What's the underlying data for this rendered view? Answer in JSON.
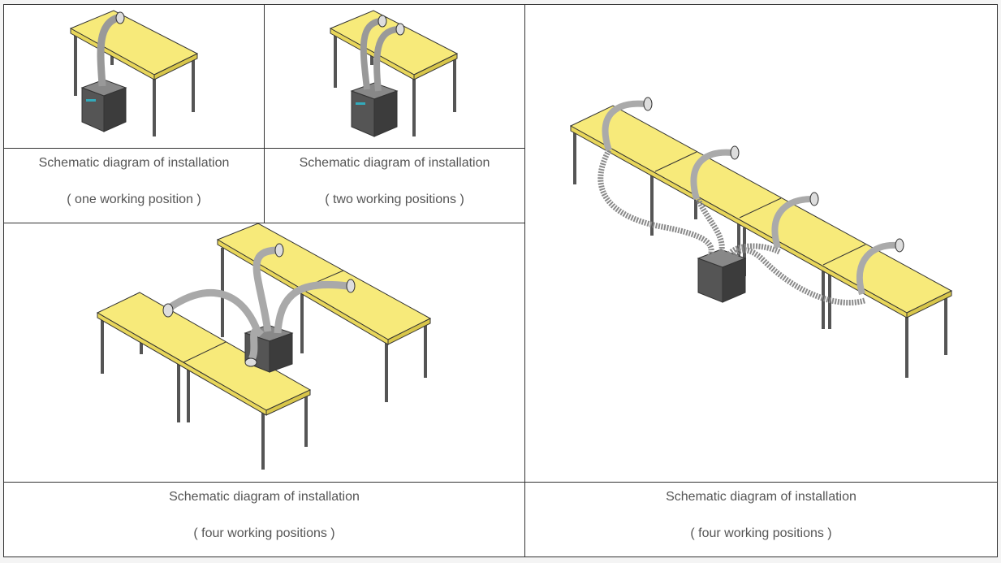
{
  "captions": [
    {
      "line1": "Schematic diagram of installation",
      "line2": "( one working position )"
    },
    {
      "line1": "Schematic diagram of installation",
      "line2": "( two working positions )"
    },
    {
      "line1": "Schematic diagram of installation",
      "line2": "( four working positions )"
    },
    {
      "line1": "Schematic diagram of installation",
      "line2": "( four working positions )"
    }
  ],
  "colors": {
    "desk": "#f7ea7a",
    "hose": "#a9a9a9",
    "unit": "#4a4a4a",
    "border": "#333333",
    "text": "#555555"
  }
}
